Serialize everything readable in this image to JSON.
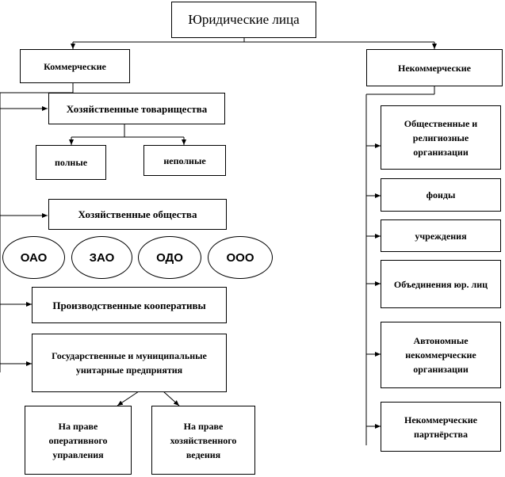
{
  "root": {
    "label": "Юридические лица"
  },
  "commercial": {
    "label": "Коммерческие",
    "partnerships": {
      "label": "Хозяйственные товарищества",
      "full": "полные",
      "limited": "неполные"
    },
    "companies": {
      "label": "Хозяйственные общества",
      "types": [
        "ОАО",
        "ЗАО",
        "ОДО",
        "ООО"
      ]
    },
    "cooperatives": {
      "label": "Производственные кооперативы"
    },
    "unitary": {
      "label": "Государственные и муниципальные унитарные предприятия",
      "operative": "На праве оперативного управления",
      "economic": "На праве хозяйственного ведения"
    }
  },
  "noncommercial": {
    "label": "Некоммерческие",
    "items": [
      "Общественные и религиозные организации",
      "фонды",
      "учреждения",
      "Объединения юр. лиц",
      "Автономные некоммерческие организации",
      "Некоммерческие партнёрства"
    ]
  }
}
